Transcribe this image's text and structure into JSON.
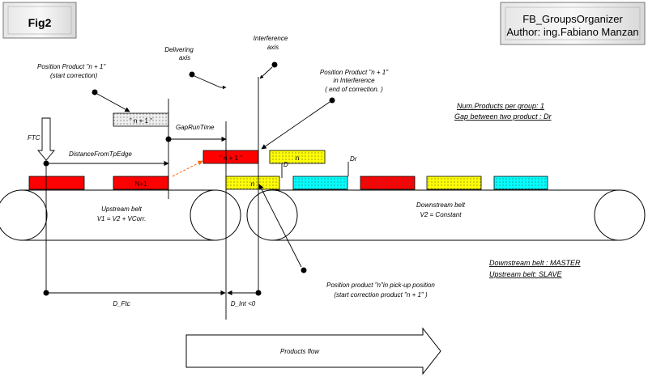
{
  "header_left": {
    "title": "Fig2"
  },
  "header_right": {
    "line1": "FB_GroupsOrganizer",
    "line2": "Author: ing.Fabiano Manzan"
  },
  "labels": {
    "ftc": "FTC",
    "distance_from_tp_edge": "DistanceFromTpEdge",
    "position_start_1": "Position Product \"n + 1\"",
    "position_start_2": "(start correction)",
    "gap_run_time": "GapRunTime",
    "delivering_axis_1": "Delivering",
    "delivering_axis_2": "axis",
    "interference_axis_1": "Interference",
    "interference_axis_2": "axis",
    "position_interf_1": "Position Product \"n + 1\"",
    "position_interf_2": "in Interference",
    "position_interf_3": "( end of correction. )",
    "num_products": "Num.Products per group:   1",
    "gap_between": "Gap between two product : Dr",
    "dr_label": "Dr",
    "upstream_belt_1": "Upstream belt",
    "upstream_belt_2": "V1 = V2 + VCorr.",
    "downstream_belt_1": "Downstream belt",
    "downstream_belt_2": "V2 = Constant",
    "downstream_master": "Downstream belt : MASTER",
    "upstream_slave": "Upstream belt: SLAVE",
    "pickup_1": "Position product \"n\"in pick-up position",
    "pickup_2": "(start correction product \"n + 1\" )",
    "d_ftc": "D_Ftc",
    "d_int": "D_Int <0",
    "products_flow": "Products flow"
  },
  "products": {
    "n_plus_1_ghost": "\" n + 1 \"",
    "n_plus_1_red": "\" n + 1 \"",
    "n_yellow_top": "n",
    "n_plus_1_belt": "N+1",
    "n_belt": "n"
  },
  "colors": {
    "red": "#ff0000",
    "yellow": "#ffff00",
    "cyan": "#00ffff",
    "ghost": "#eeeeee",
    "orange_arrow": "#ff6600"
  }
}
